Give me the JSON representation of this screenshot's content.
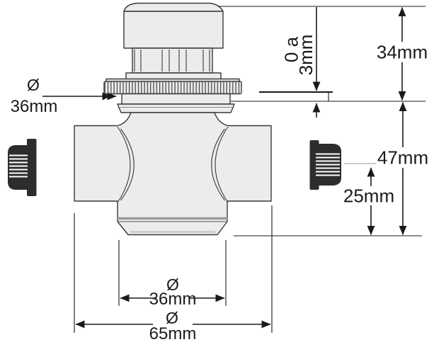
{
  "drawing": {
    "unit": "mm",
    "colors": {
      "background": "#ffffff",
      "outline": "#3a3a3a",
      "body_fill": "#ececec",
      "plug_fill": "#2d2d2d",
      "dimension_ink": "#1a1a1a"
    },
    "dimensions": {
      "cap_to_ring_height": {
        "label": "34mm"
      },
      "adjustment_travel": {
        "line1": "0 a",
        "line2": "3mm"
      },
      "body_height": {
        "label": "47mm"
      },
      "port_centerline_height": {
        "label": "25mm"
      },
      "ring_diameter": {
        "symbol": "Ø",
        "label": "36mm"
      },
      "base_diameter": {
        "symbol": "Ø",
        "label": "36mm"
      },
      "overall_width": {
        "symbol": "Ø",
        "label": "65mm"
      }
    }
  }
}
